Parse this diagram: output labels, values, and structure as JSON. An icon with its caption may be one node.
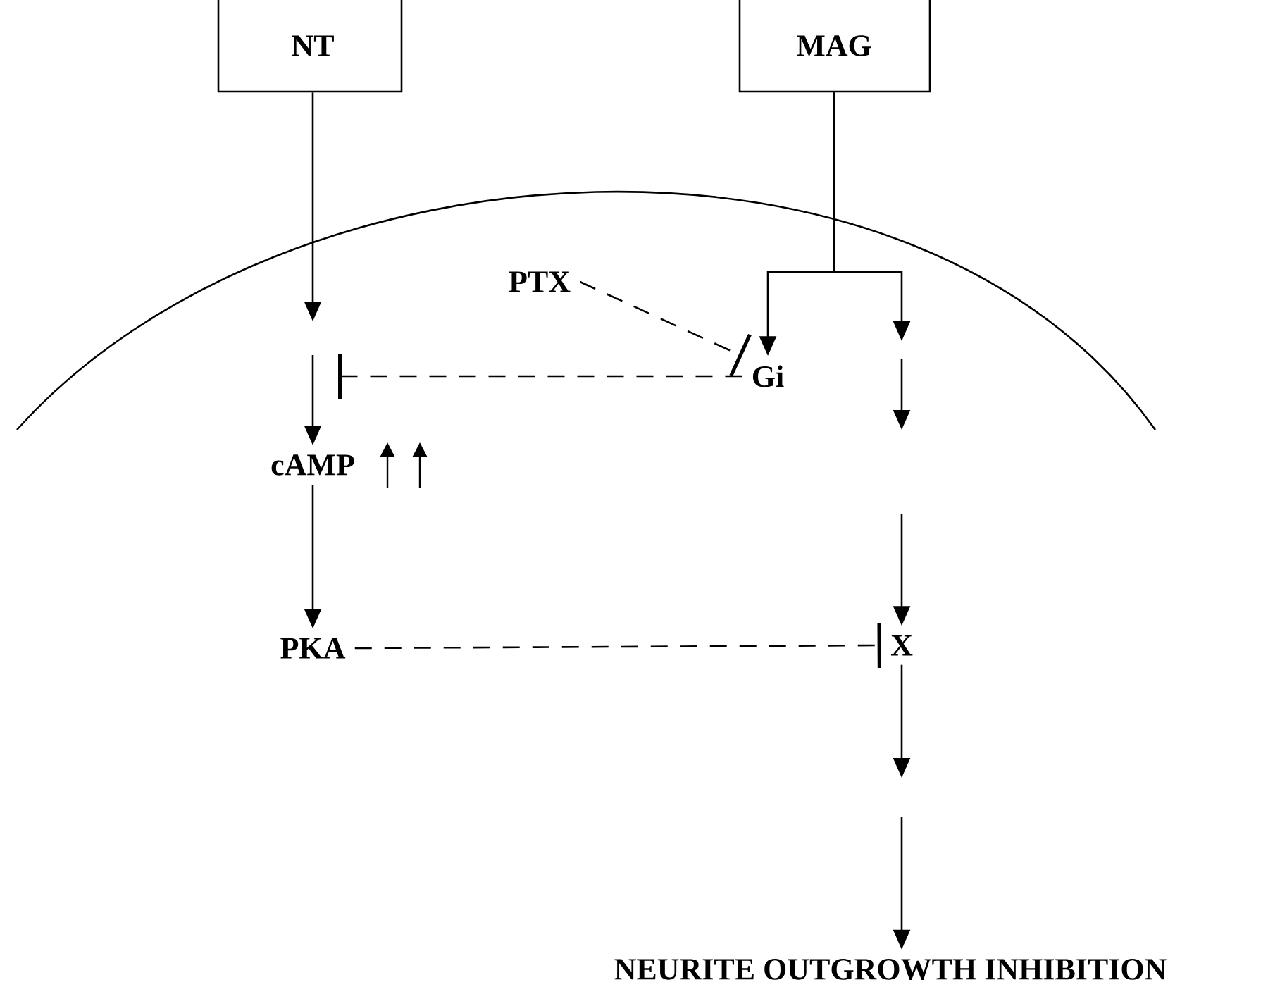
{
  "diagram": {
    "nodes": [
      {
        "text": [
          "NT"
        ]
      },
      {
        "text": [
          "MAG"
        ]
      },
      {
        "text": [
          "PTX"
        ]
      },
      {
        "text": [
          "Gi"
        ]
      },
      {
        "text": [
          "cAMP"
        ]
      },
      {
        "text": [
          "PKA"
        ]
      },
      {
        "text": [
          "X"
        ]
      },
      {
        "text": [
          "NEURITE OUTGROWTH INHIBITION"
        ]
      }
    ],
    "edges": [
      {
        "from": 0,
        "to": null,
        "arrow": "to"
      },
      {
        "from": 1,
        "to": 3,
        "arrow": "to"
      },
      {
        "from": 1,
        "to": null,
        "arrow": "to"
      },
      {
        "from": 2,
        "to": 3,
        "arrow": "other",
        "style": "dashed"
      },
      {
        "from": 3,
        "to": null,
        "arrow": "other",
        "style": "dashed"
      },
      {
        "from": null,
        "to": 4,
        "arrow": "to"
      },
      {
        "from": 4,
        "to": 5,
        "arrow": "to"
      },
      {
        "from": 5,
        "to": 6,
        "arrow": "other",
        "style": "dashed"
      },
      {
        "from": null,
        "to": 6,
        "arrow": "to"
      },
      {
        "from": 6,
        "to": null,
        "arrow": "to"
      },
      {
        "from": null,
        "to": 7,
        "arrow": "to"
      }
    ]
  }
}
